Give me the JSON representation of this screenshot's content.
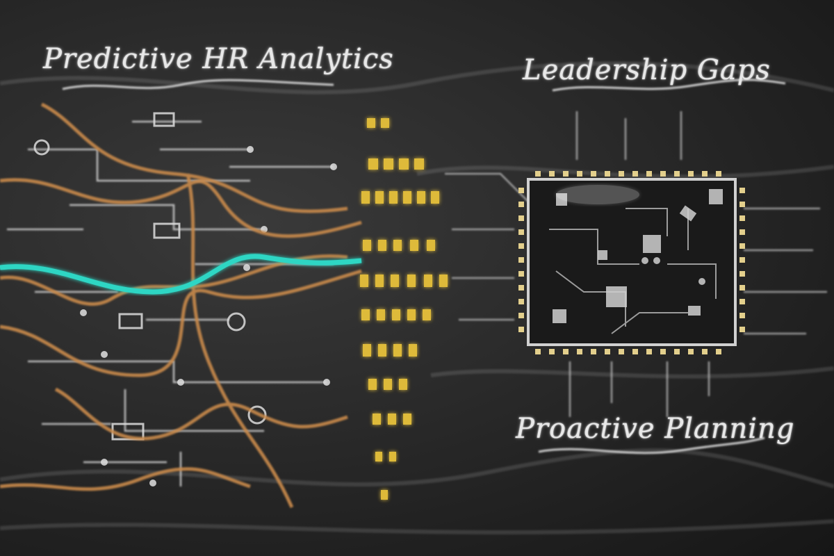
{
  "image": {
    "description": "Chalkboard-style illustration of circuit board traces transitioning into a glowing microchip, with handwritten chalk labels",
    "labels": {
      "top_left": "Predictive HR Analytics",
      "top_right": "Leadership Gaps",
      "bottom_right": "Proactive Planning"
    },
    "colors": {
      "chalkboard": "#262626",
      "chalk_white": "#e8e8e8",
      "copper_trace": "#c98a4b",
      "teal_trace": "#2fd6c4",
      "gold_pads": "#e8c23a"
    }
  }
}
